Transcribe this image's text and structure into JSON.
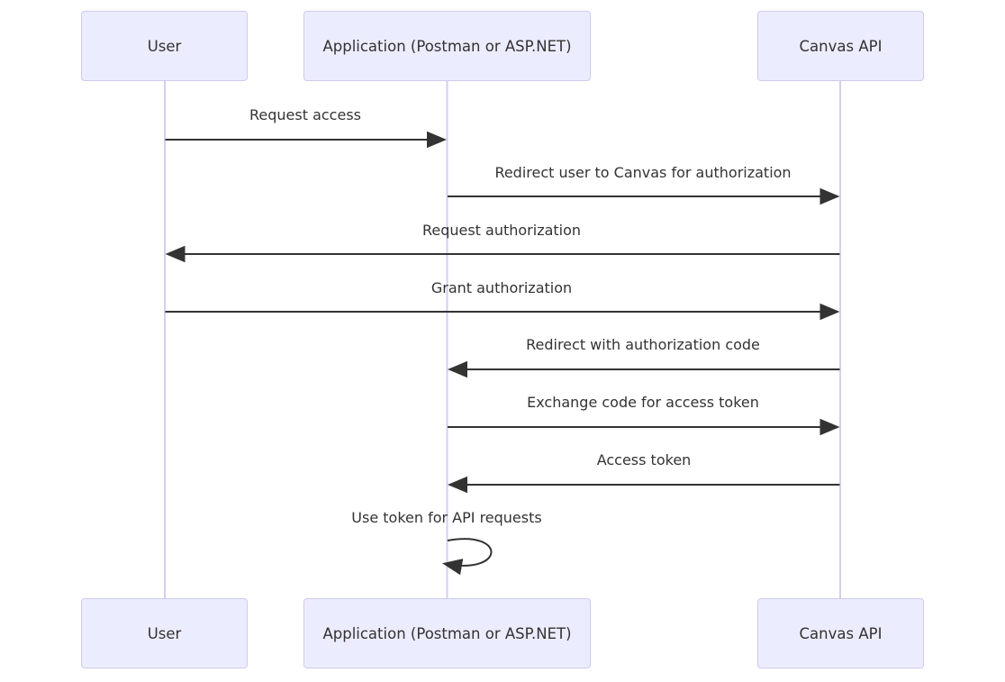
{
  "diagram": {
    "type": "sequence",
    "background": "#ffffff",
    "colors": {
      "actor_fill": "#ECECFF",
      "actor_border": "#cfcaf0",
      "lifeline": "#d6cdf2",
      "arrow": "#333333",
      "text": "#333333"
    },
    "actors": [
      {
        "name": "User"
      },
      {
        "name": "Application (Postman or ASP.NET)"
      },
      {
        "name": "Canvas API"
      }
    ],
    "messages": [
      {
        "label": "Request access",
        "from": "User",
        "to": "Application (Postman or ASP.NET)",
        "direction": "right"
      },
      {
        "label": "Redirect user to Canvas for authorization",
        "from": "Application (Postman or ASP.NET)",
        "to": "Canvas API",
        "direction": "right"
      },
      {
        "label": "Request authorization",
        "from": "Canvas API",
        "to": "User",
        "direction": "left"
      },
      {
        "label": "Grant authorization",
        "from": "User",
        "to": "Canvas API",
        "direction": "right"
      },
      {
        "label": "Redirect with authorization code",
        "from": "Canvas API",
        "to": "Application (Postman or ASP.NET)",
        "direction": "left"
      },
      {
        "label": "Exchange code for access token",
        "from": "Application (Postman or ASP.NET)",
        "to": "Canvas API",
        "direction": "right"
      },
      {
        "label": "Access token",
        "from": "Canvas API",
        "to": "Application (Postman or ASP.NET)",
        "direction": "left"
      },
      {
        "label": "Use token for API requests",
        "from": "Application (Postman or ASP.NET)",
        "to": "Application (Postman or ASP.NET)",
        "direction": "self"
      }
    ]
  }
}
